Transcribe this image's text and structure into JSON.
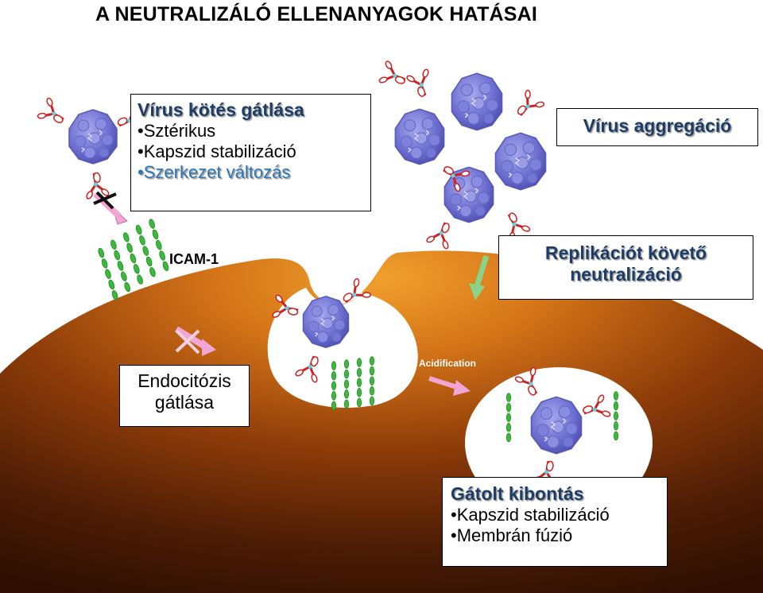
{
  "title": "A NEUTRALIZÁLÓ ELLENANYAGOK HATÁSAI",
  "boxes": {
    "binding": {
      "heading": "Vírus kötés gátlása",
      "items": [
        "•Sztérikus",
        "•Kapszid stabilizáció",
        "•Szerkezet változás"
      ]
    },
    "aggregation": {
      "heading": "Vírus aggregáció"
    },
    "post_replication": {
      "line1": "Replikációt követő",
      "line2": "neutralizáció"
    },
    "endocytosis": {
      "line1": "Endocitózis",
      "line2": "gátlása"
    },
    "uncoating": {
      "heading": "Gátolt kibontás",
      "items": [
        "•Kapszid stabilizáció",
        "•Membrán fúzió"
      ]
    }
  },
  "labels": {
    "icam": "ICAM-1",
    "acidification": "Acidification"
  },
  "colors": {
    "heading_text": "#1e3d66",
    "highlight_item": "#2f77b4",
    "cell_dark": "#3b1604",
    "cell_mid": "#a34a0c",
    "cell_light": "#e9962a",
    "virus": "#6d6fd0",
    "receptor": "#35b238",
    "arrow_pink": "#f2a6d6",
    "arrow_green": "#8ad48a"
  },
  "icons": [
    "virus-particle",
    "antibody",
    "icam-receptor",
    "blocked-cross",
    "entry-arrow"
  ]
}
